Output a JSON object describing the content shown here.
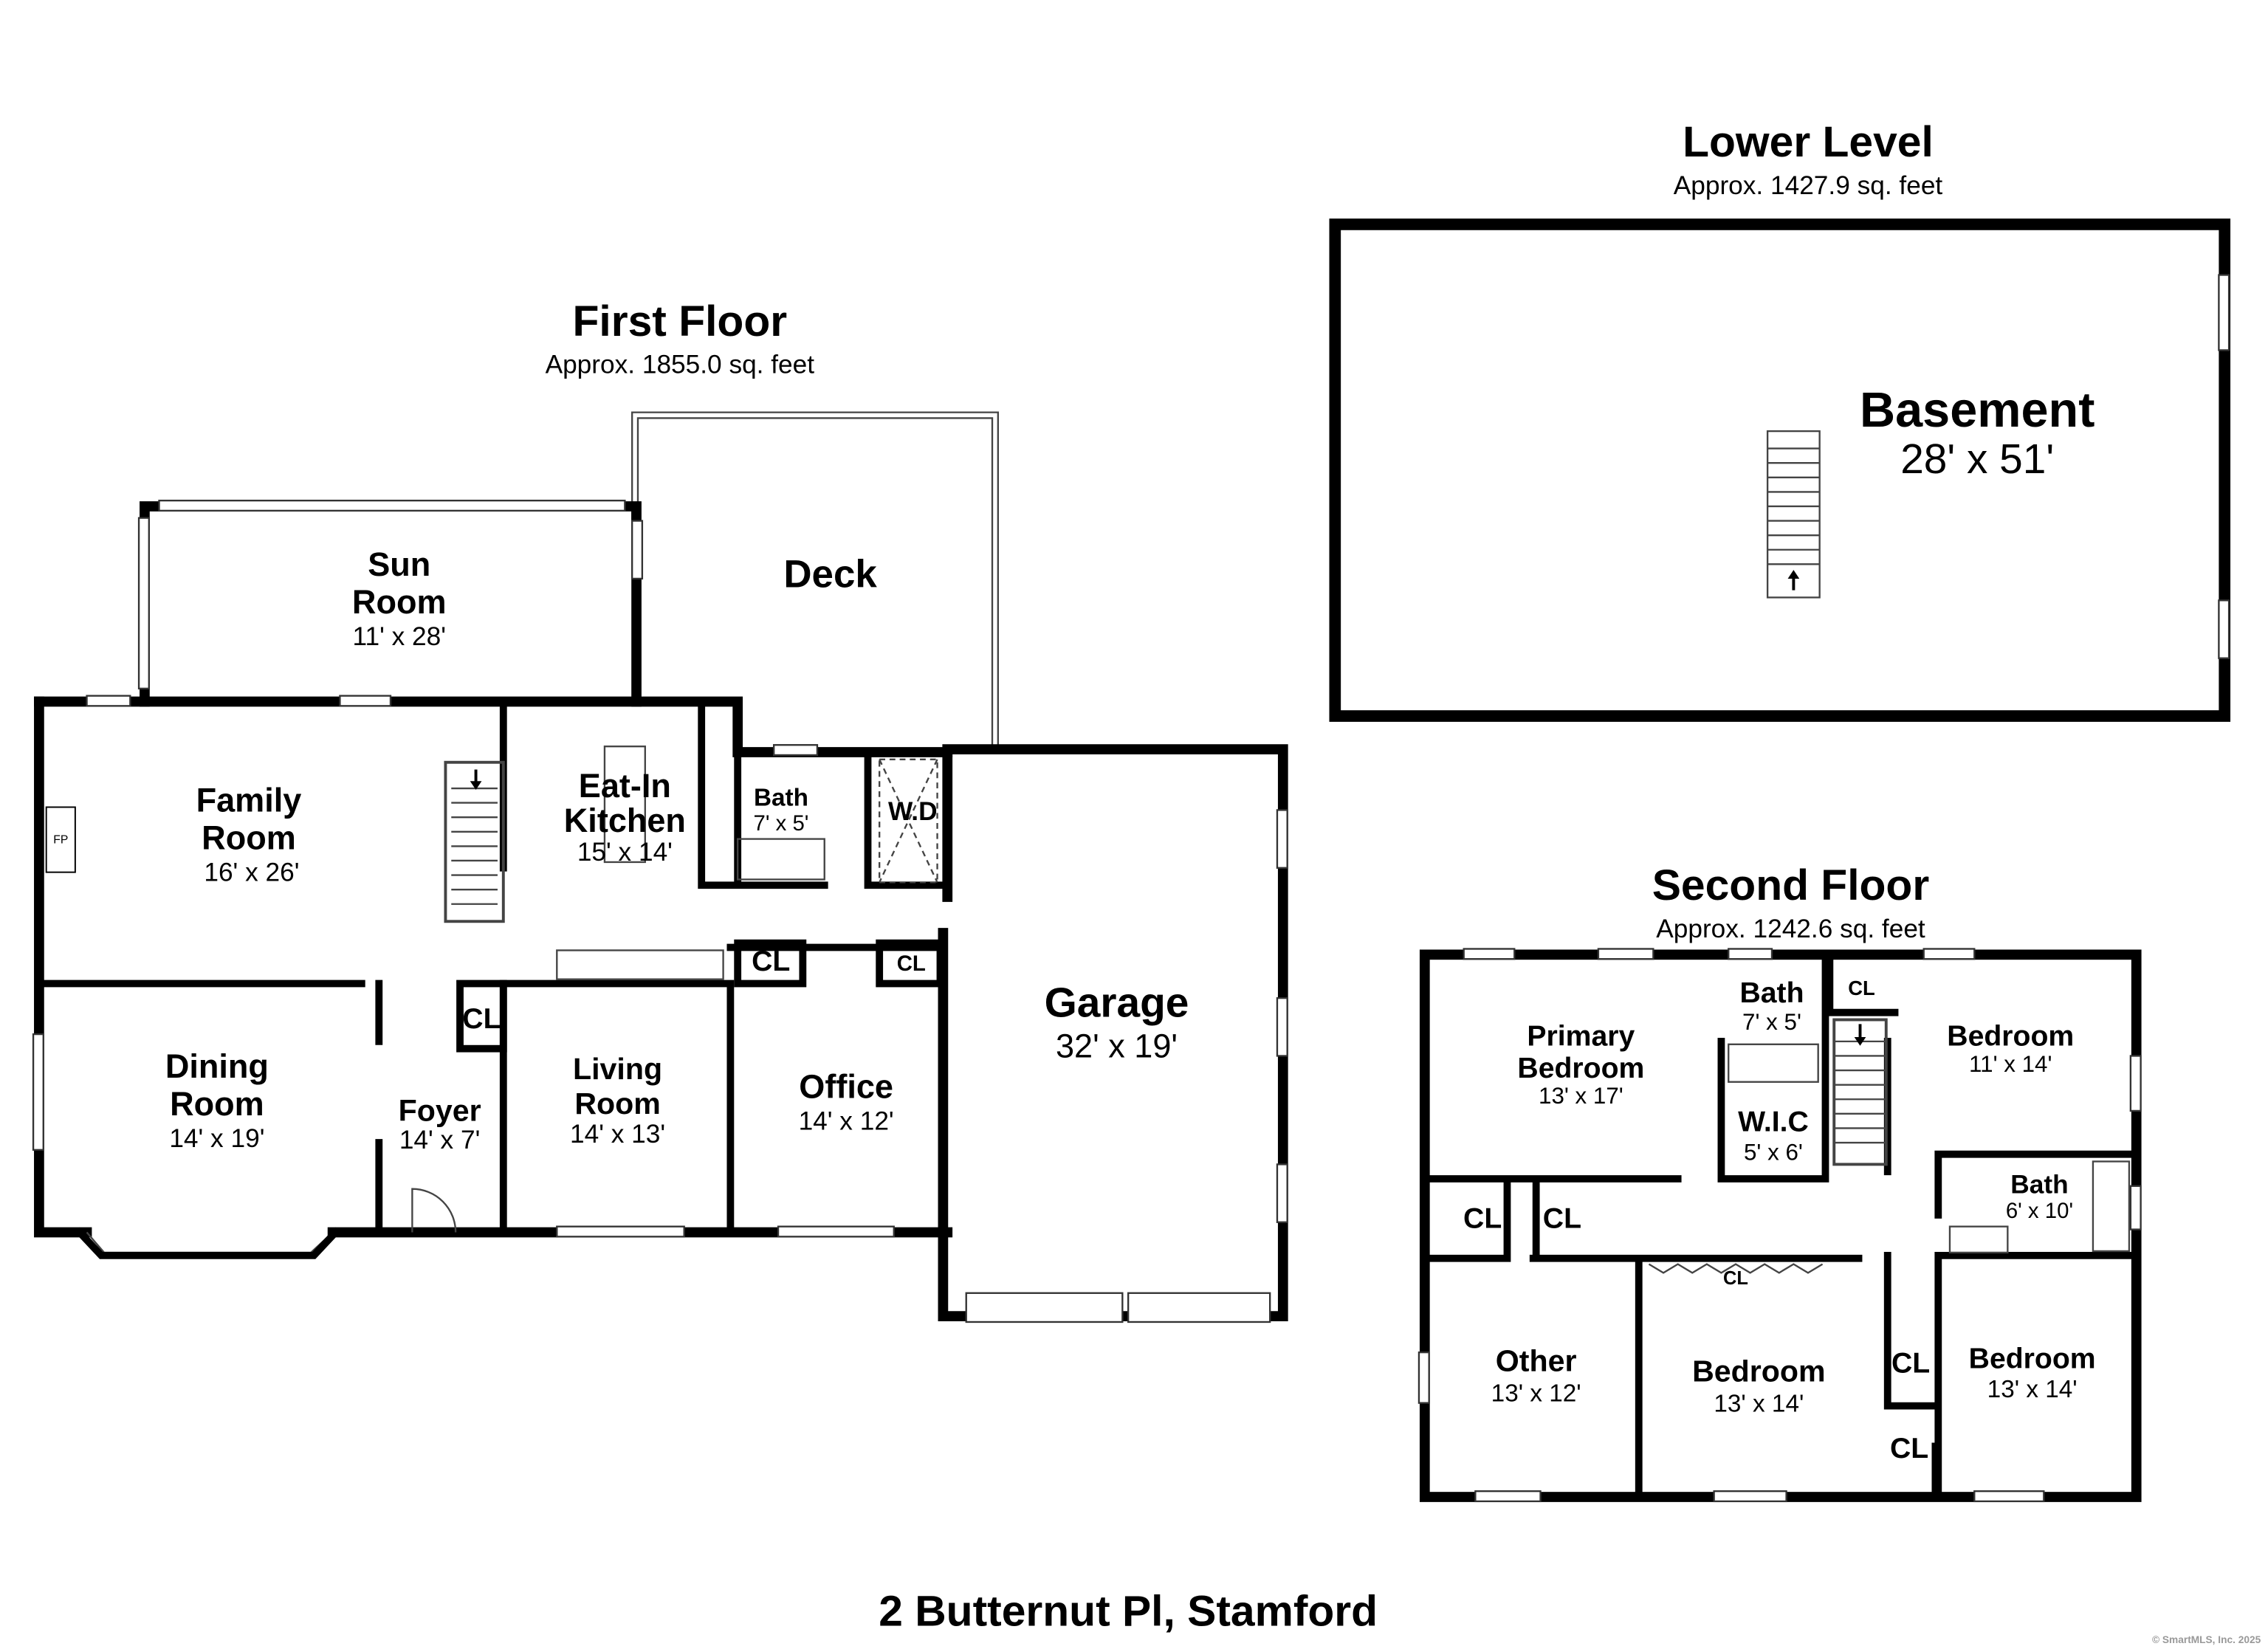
{
  "address": "2 Butternut Pl, Stamford",
  "watermark": "© SmartMLS, Inc.  2025",
  "first_floor": {
    "title": "First Floor",
    "area": "Approx. 1855.0 sq. feet",
    "rooms": {
      "sun_room": {
        "l1": "Sun",
        "l2": "Room",
        "dim": "11' x 28'"
      },
      "deck": {
        "l1": "Deck"
      },
      "family_room": {
        "l1": "Family",
        "l2": "Room",
        "dim": "16' x 26'"
      },
      "kitchen": {
        "l1": "Eat-In",
        "l2": "Kitchen",
        "dim": "15' x 14'"
      },
      "bath": {
        "l1": "Bath",
        "dim": "7' x 5'"
      },
      "laundry": {
        "l1": "W.D"
      },
      "garage": {
        "l1": "Garage",
        "dim": "32' x 19'"
      },
      "dining_room": {
        "l1": "Dining",
        "l2": "Room",
        "dim": "14' x 19'"
      },
      "foyer": {
        "l1": "Foyer",
        "dim": "14' x 7'"
      },
      "living_room": {
        "l1": "Living",
        "l2": "Room",
        "dim": "14' x 13'"
      },
      "office": {
        "l1": "Office",
        "dim": "14' x 12'"
      },
      "closet_foyer": "CL",
      "closet_office": "CL",
      "closet_garage": "CL",
      "fireplace": "FP"
    }
  },
  "lower_level": {
    "title": "Lower Level",
    "area": "Approx. 1427.9 sq. feet",
    "rooms": {
      "basement": {
        "l1": "Basement",
        "dim": "28' x 51'"
      }
    }
  },
  "second_floor": {
    "title": "Second Floor",
    "area": "Approx. 1242.6 sq. feet",
    "rooms": {
      "primary": {
        "l1": "Primary",
        "l2": "Bedroom",
        "dim": "13' x 17'"
      },
      "bath1": {
        "l1": "Bath",
        "dim": "7' x 5'"
      },
      "wic": {
        "l1": "W.I.C",
        "dim": "5' x 6'"
      },
      "bedroom_ne": {
        "l1": "Bedroom",
        "dim": "11' x 14'"
      },
      "bath2": {
        "l1": "Bath",
        "dim": "6' x 10'"
      },
      "other": {
        "l1": "Other",
        "dim": "13' x 12'"
      },
      "bedroom_mid": {
        "l1": "Bedroom",
        "dim": "13' x 14'"
      },
      "bedroom_se": {
        "l1": "Bedroom",
        "dim": "13' x 14'"
      },
      "cl1": "CL",
      "cl2": "CL",
      "cl3": "CL",
      "cl4": "CL",
      "cl5": "CL",
      "cl6": "CL"
    }
  }
}
